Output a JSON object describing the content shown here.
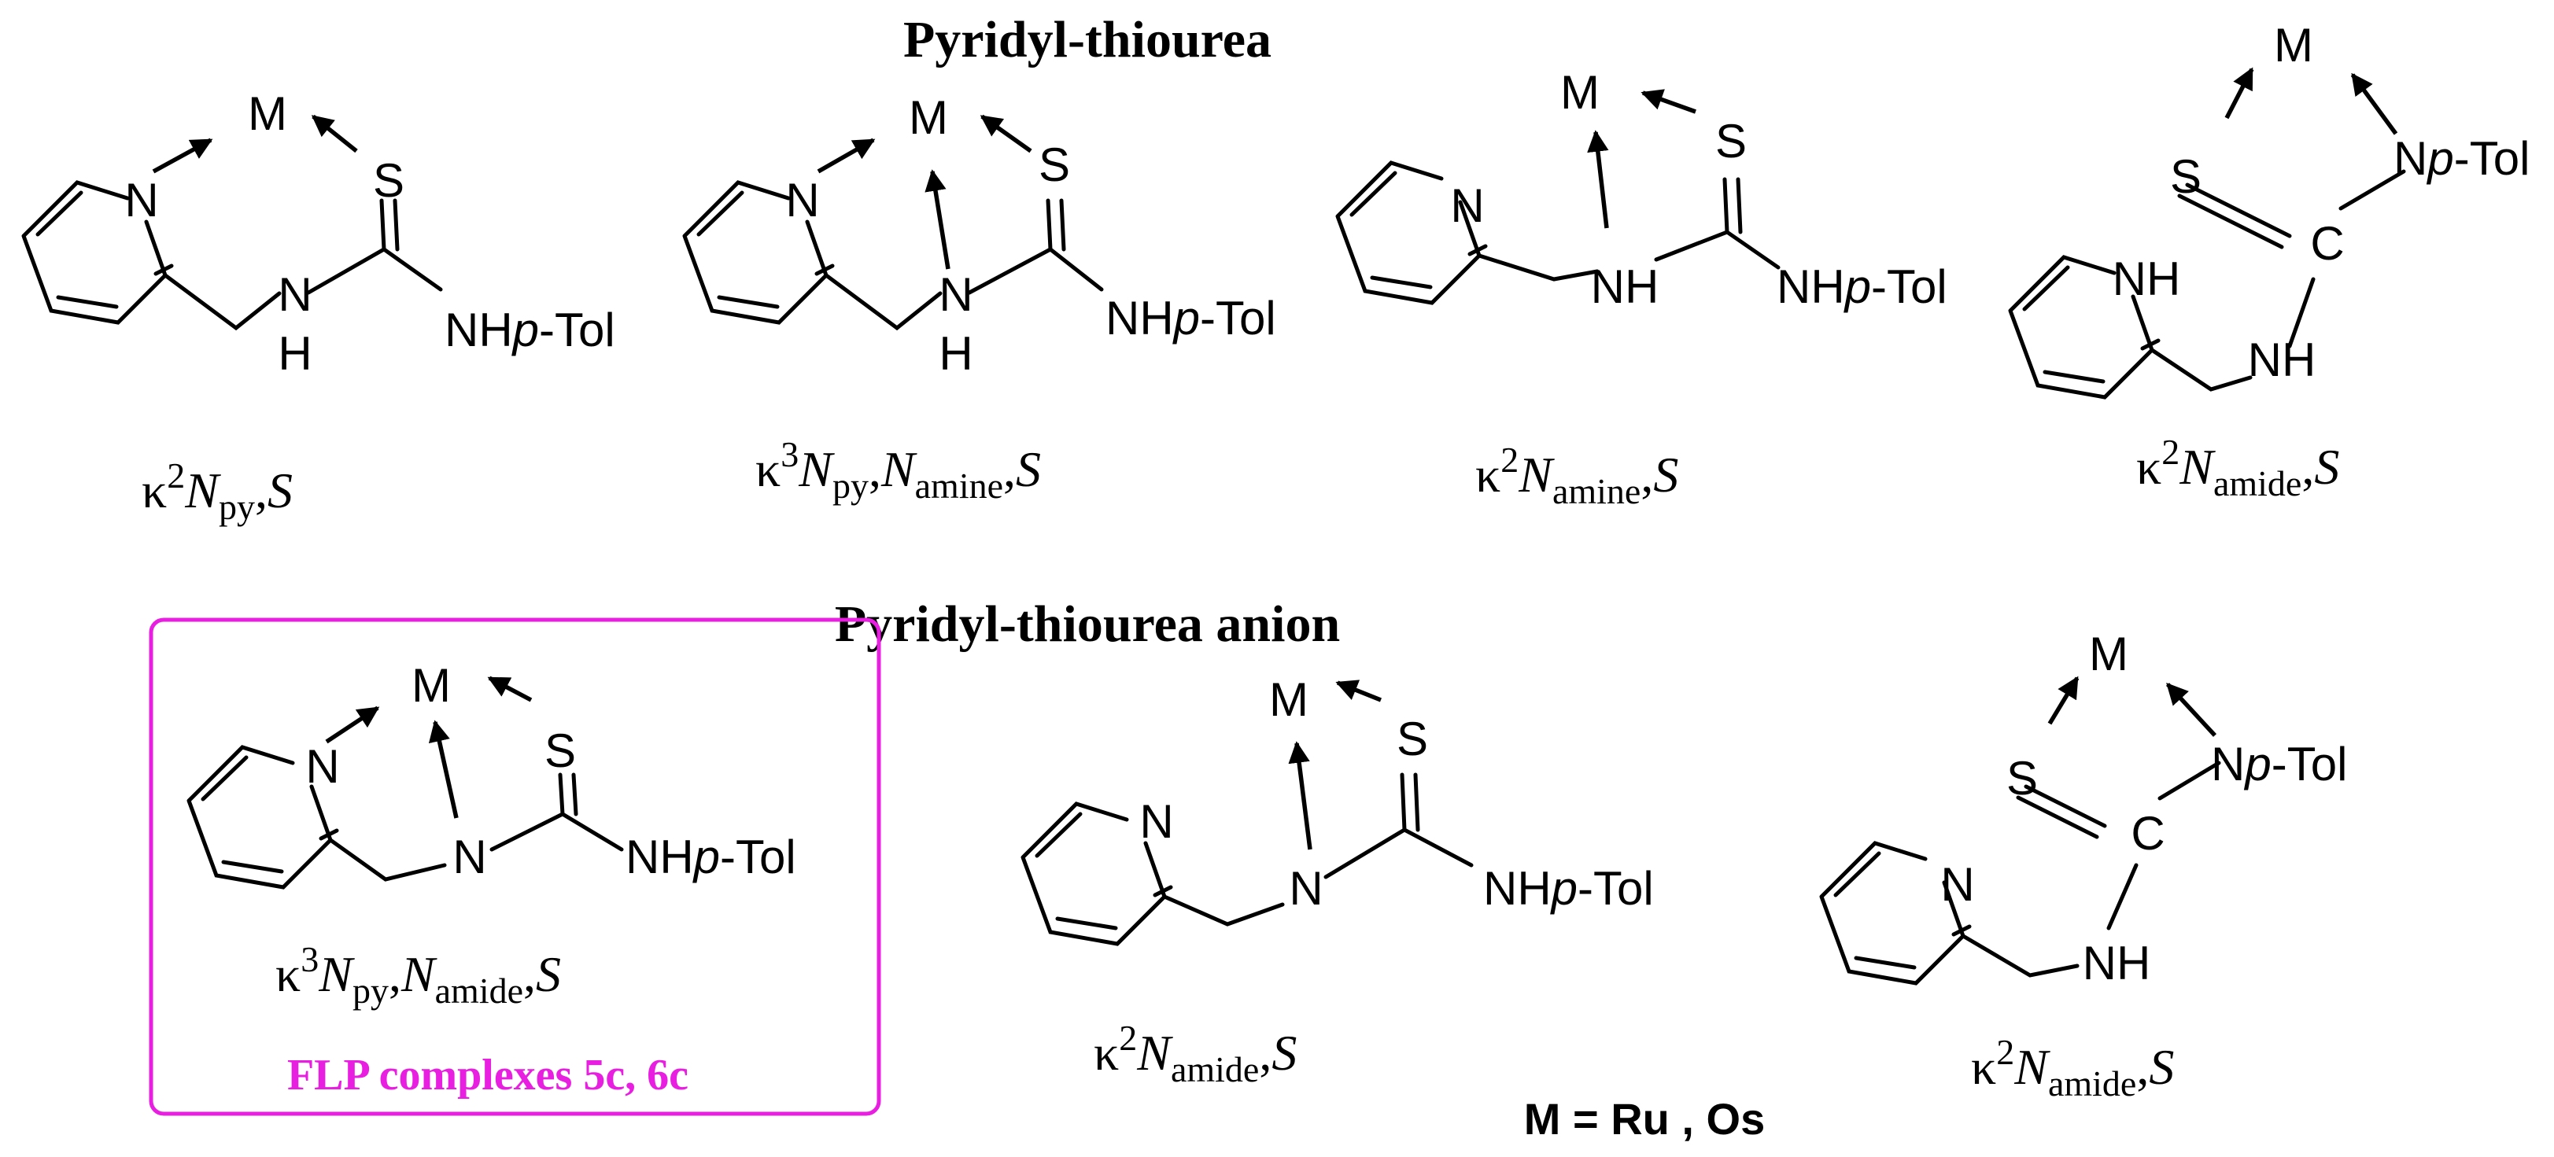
{
  "titles": {
    "neutral": "Pyridyl-thiourea",
    "anion": "Pyridyl-thiourea anion"
  },
  "atoms": {
    "metal": "M",
    "sulfur": "S",
    "nitrogen": "N",
    "carbon": "C",
    "hydrogen": "H",
    "nh": "NH",
    "nhptol_nh": "NH",
    "ptol_prefix": "p",
    "ptol_suffix": "-Tol"
  },
  "labels": {
    "kappa": "κ",
    "n_italic": "N",
    "s_italic": "S",
    "comma": ",",
    "sup_2": "2",
    "sup_3": "3",
    "sub_py": "py",
    "sub_amine": "amine",
    "sub_amide": "amide"
  },
  "highlight": {
    "caption": "FLP complexes 5c, 6c",
    "color": "#e81fe0"
  },
  "metal_definition": "M = Ru , Os"
}
